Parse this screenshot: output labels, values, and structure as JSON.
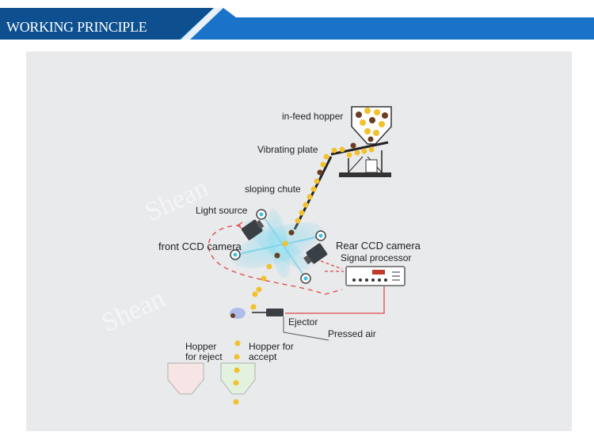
{
  "header": {
    "title": "WORKING PRINCIPLE"
  },
  "diagram": {
    "watermark": "Shean",
    "labels": {
      "infeed_hopper": "in-feed hopper",
      "vibrating_plate": "Vibrating plate",
      "sloping_chute": "sloping chute",
      "light_source": "Light source",
      "front_ccd": "front CCD camera",
      "rear_ccd": "Rear CCD camera",
      "signal_processor": "Signal processor",
      "ejector": "Ejector",
      "pressed_air": "Pressed air",
      "reject_line1": "Hopper",
      "reject_line2": "for reject",
      "accept_line1": "Hopper for",
      "accept_line2": "accept"
    },
    "colors": {
      "banner_blue": "#1a73c9",
      "banner_dark": "#0d4f8f",
      "grain_yellow": "#f2c12e",
      "grain_brown": "#6b3d21",
      "signal_line": "#e04848",
      "light_beam": "#7fd3e8"
    }
  }
}
